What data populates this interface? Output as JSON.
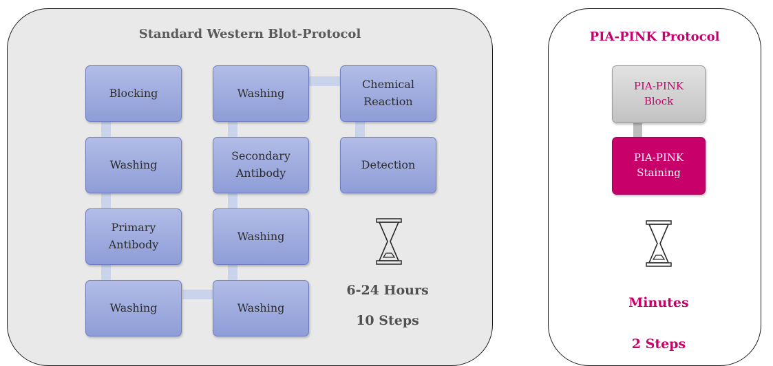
{
  "standard": {
    "title": "Standard Western Blot-Protocol",
    "steps": [
      "Blocking",
      "Washing",
      "Primary\nAntibody",
      "Washing",
      "Washing",
      "Secondary\nAntibody",
      "Washing",
      "Washing",
      "Chemical\nReaction",
      "Detection"
    ],
    "duration": "6-24 Hours",
    "step_count": "10 Steps",
    "box_color": "#a2aee0",
    "connector_color": "#c9d4ec",
    "icon": "hourglass-icon"
  },
  "pia_pink": {
    "title": "PIA-PINK Protocol",
    "steps": [
      "PIA-PINK\nBlock",
      "PIA-PINK\nStaining"
    ],
    "duration": "Minutes",
    "step_count": "2 Steps",
    "accent_color": "#c8006a",
    "icon": "hourglass-icon"
  }
}
